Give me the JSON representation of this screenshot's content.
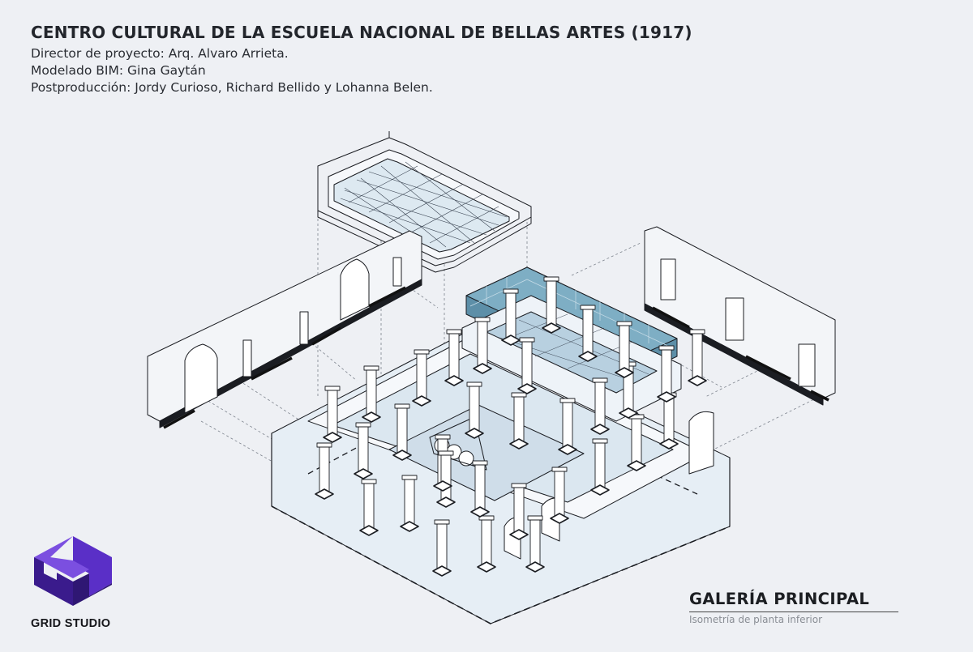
{
  "header": {
    "title": "CENTRO CULTURAL DE LA ESCUELA NACIONAL DE BELLAS ARTES (1917)",
    "credits": [
      "Director de proyecto: Arq. Alvaro Arrieta.",
      "Modelado BIM: Gina Gaytán",
      "Postproducción: Jordy Curioso, Richard Bellido y Lohanna Belen."
    ]
  },
  "caption": {
    "title": "GALERÍA PRINCIPAL",
    "subtitle": "Isometría de planta inferior"
  },
  "brand": {
    "name": "GRID STUDIO",
    "icon": "isometric-cube-logo-icon",
    "colors": {
      "light": "#7b4fe0",
      "mid": "#5a2fc7",
      "dark": "#2f1773"
    }
  },
  "colors": {
    "background": "#eef0f4",
    "line": "#1b1d22",
    "glass": "#5d8fa8",
    "tint": "#cfe0ec"
  }
}
